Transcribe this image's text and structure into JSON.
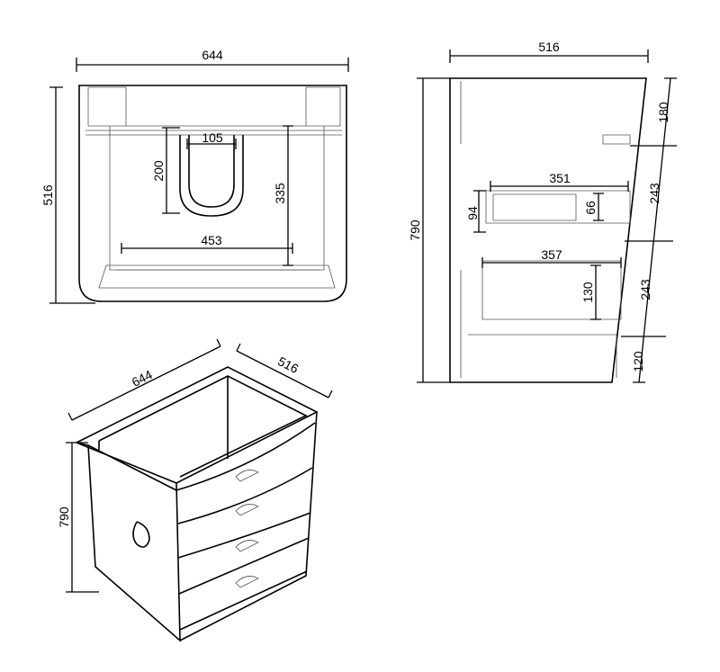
{
  "top_view": {
    "width": "644",
    "depth": "516",
    "siphon_width": "105",
    "siphon_height": "200",
    "inner_height": "335",
    "inner_width": "453"
  },
  "side_view": {
    "depth": "516",
    "height": "790",
    "seg1": "180",
    "seg2": "243",
    "seg3": "243",
    "seg4": "120",
    "drawer1_depth": "351",
    "drawer1_outer": "94",
    "drawer1_inner": "66",
    "drawer2_depth": "357",
    "drawer2_height": "130"
  },
  "iso_view": {
    "width": "644",
    "depth": "516",
    "height": "790"
  },
  "colors": {
    "line": "#000000",
    "background": "#ffffff"
  }
}
